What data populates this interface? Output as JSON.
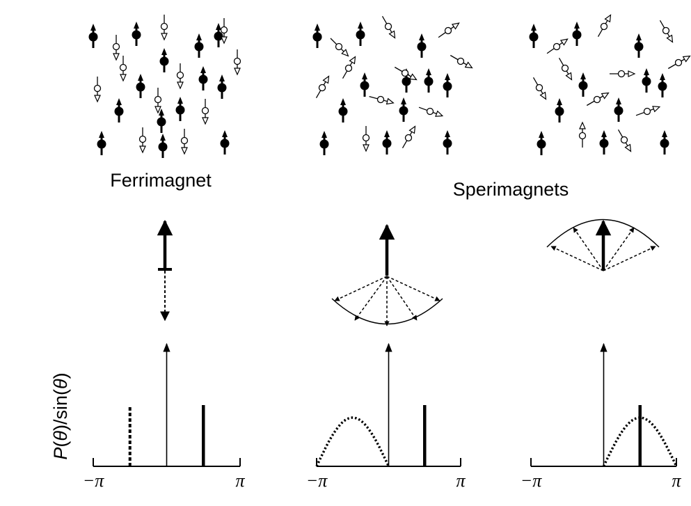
{
  "labels": {
    "ferrimagnet": "Ferrimagnet",
    "sperimagnets": "Sperimagnets",
    "y_axis": "P(θ)/sin(θ)",
    "x_min": "−π",
    "x_max": "π"
  },
  "colors": {
    "ink": "#000000",
    "background": "#ffffff"
  },
  "chart_data": [
    {
      "name": "Ferrimagnet distribution",
      "type": "line",
      "xlim": [
        -3.1416,
        3.1416
      ],
      "x_tick_labels": [
        "−π",
        "π"
      ],
      "majority_spike_theta": 1.571,
      "minority_spike_theta_dashed": -1.571,
      "minority_distribution": "delta"
    },
    {
      "name": "Sperimagnet distribution 1",
      "type": "line",
      "xlim": [
        -3.1416,
        3.1416
      ],
      "x_tick_labels": [
        "−π",
        "π"
      ],
      "majority_spike_theta": 1.571,
      "dotted_hump_range": [
        -3.1416,
        0
      ],
      "dotted_hump_peak_theta": -1.571
    },
    {
      "name": "Sperimagnet distribution 2",
      "type": "line",
      "xlim": [
        -3.1416,
        3.1416
      ],
      "x_tick_labels": [
        "−π",
        "π"
      ],
      "majority_spike_theta": 1.571,
      "dotted_hump_range": [
        0,
        3.1416
      ],
      "dotted_hump_peak_theta": 1.571
    }
  ]
}
